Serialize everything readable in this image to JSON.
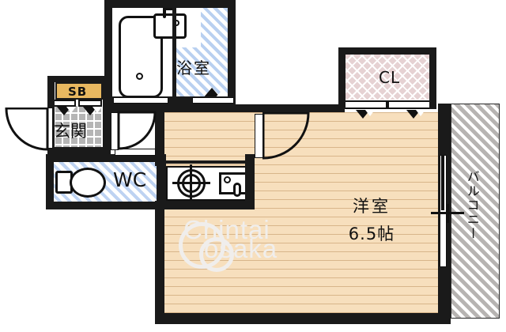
{
  "plan": {
    "type": "floor-plan",
    "watermark": {
      "line1": "Chintai",
      "line2": "osaka"
    },
    "rooms": [
      {
        "key": "bathroom",
        "label": "浴室",
        "fill": "blue-hatch"
      },
      {
        "key": "closet",
        "label": "CL",
        "fill": "pink-diamond"
      },
      {
        "key": "toilet",
        "label": "WC",
        "fill": "blue-hatch"
      },
      {
        "key": "entrance",
        "label": "玄関",
        "fill": "gray-tile"
      },
      {
        "key": "shoebox",
        "label": "SB",
        "fill": "orange"
      },
      {
        "key": "main_room",
        "label": "洋室",
        "size": "6.5帖",
        "fill": "wood"
      },
      {
        "key": "balcony",
        "label": "バルコニー",
        "fill": "gray-hatch"
      }
    ],
    "labels": {
      "bathroom": "浴室",
      "closet": "CL",
      "toilet": "WC",
      "entrance": "玄関",
      "shoebox": "SB",
      "room_name": "洋室",
      "room_size": "6.5帖",
      "balcony": "バルコニー"
    },
    "colors": {
      "wall": "#1a1a1a",
      "wood_floor": "#f7dfbd",
      "wood_line": "#d8b58a",
      "bath_hatch": "#b9d0f0",
      "closet_fill": "#e6d2d3",
      "entrance_tile": "#b5b5b5",
      "shoebox": "#e8b860",
      "balcony_hatch": "#b7b4b2",
      "watermark": "#f0eeec"
    }
  }
}
